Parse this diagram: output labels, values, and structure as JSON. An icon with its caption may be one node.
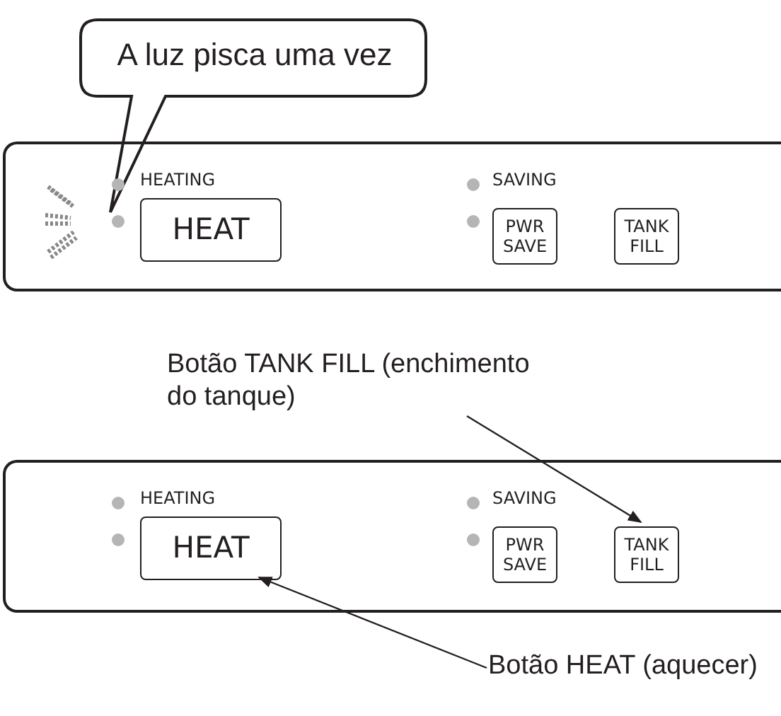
{
  "diagram": {
    "nodes": [
      {
        "text": [
          "A luz pisca uma vez"
        ]
      },
      {
        "text": [],
        "shape": "box"
      },
      {
        "text": [
          "HEAT"
        ],
        "in": 1
      },
      {
        "text": [
          "PWR SAVE"
        ],
        "in": 1
      },
      {
        "text": [
          "TANK FILL"
        ],
        "in": 1
      },
      {
        "text": [],
        "shape": "box"
      },
      {
        "text": [
          "HEAT"
        ],
        "in": 5
      },
      {
        "text": [
          "PWR SAVE"
        ],
        "in": 5
      },
      {
        "text": [
          "TANK FILL"
        ],
        "in": 5
      },
      {
        "text": [
          "Botão TANK FILL (enchimento do tanque)"
        ]
      },
      {
        "text": [
          "Botão HEAT (aquecer)"
        ]
      }
    ],
    "edges": [
      {
        "from": 9,
        "to": 8,
        "arrow": "to"
      },
      {
        "from": 10,
        "to": 6,
        "arrow": "to"
      }
    ],
    "labels": [
      "HEATING",
      "SAVING",
      "HEATING",
      "SAVING"
    ]
  }
}
